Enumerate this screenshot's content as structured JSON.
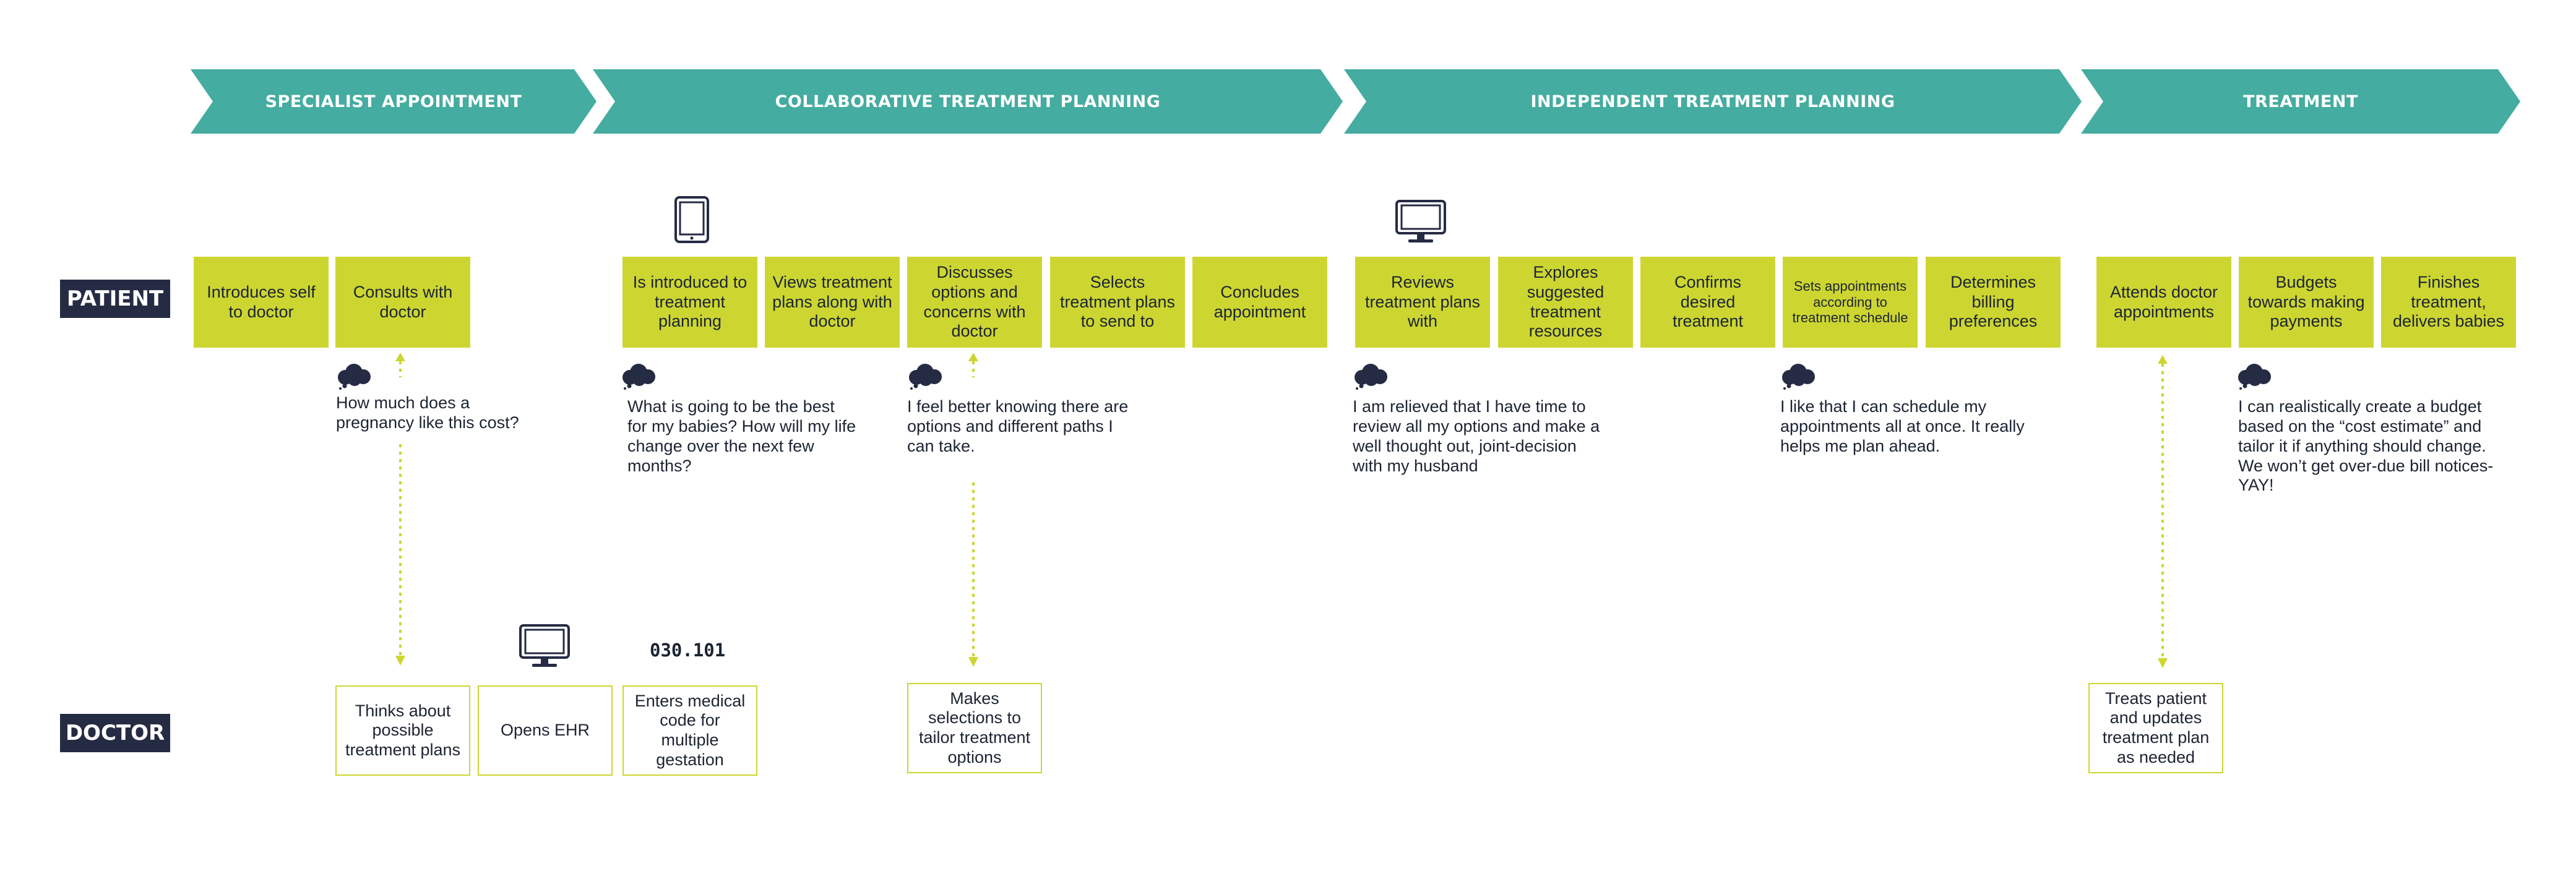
{
  "phases": [
    "SPECIALIST APPOINTMENT",
    "COLLABORATIVE TREATMENT PLANNING",
    "INDEPENDENT TREATMENT PLANNING",
    "TREATMENT"
  ],
  "roles": {
    "patient": "PATIENT",
    "doctor": "DOCTOR"
  },
  "patient_steps": [
    "Introduces self to doctor",
    "Consults with doctor",
    "Is introduced to treatment planning",
    "Views treatment plans along with doctor",
    "Discusses options and concerns with doctor",
    "Selects treatment plans to send to",
    "Concludes appointment",
    "Reviews treatment plans with",
    "Explores suggested treatment resources",
    "Confirms desired treatment",
    "Sets appointments according to treatment schedule",
    "Determines billing preferences",
    "Attends doctor appointments",
    "Budgets towards making payments",
    "Finishes treatment, delivers babies"
  ],
  "thoughts": [
    "How much does a pregnancy like this cost?",
    "What is going to be the best for my babies? How will my life change over the next few months?",
    "I feel better knowing there are options and different paths I can take.",
    "I am relieved that I have time to review all my options and make a well thought out, joint-decision with my husband",
    "I like that I can schedule my appointments all at once. It really helps me plan ahead.",
    "I can realistically create a budget based on the “cost estimate” and tailor it if anything should change. We won’t get over-due bill notices-YAY!"
  ],
  "doctor_steps": [
    "Thinks about possible treatment plans",
    "Opens EHR",
    "Enters medical code for multiple gestation",
    "Makes selections to tailor treatment options",
    "Treats patient and updates treatment plan as needed"
  ],
  "medical_code": "030.101",
  "icons": {
    "devices": [
      "tablet-icon",
      "monitor-icon",
      "monitor-icon"
    ],
    "thought": "thought-cloud-icon"
  },
  "colors": {
    "phase": "#44aca0",
    "step": "#cdd630",
    "role": "#262b44",
    "cloud": "#262b44",
    "connector": "#cdd630"
  }
}
